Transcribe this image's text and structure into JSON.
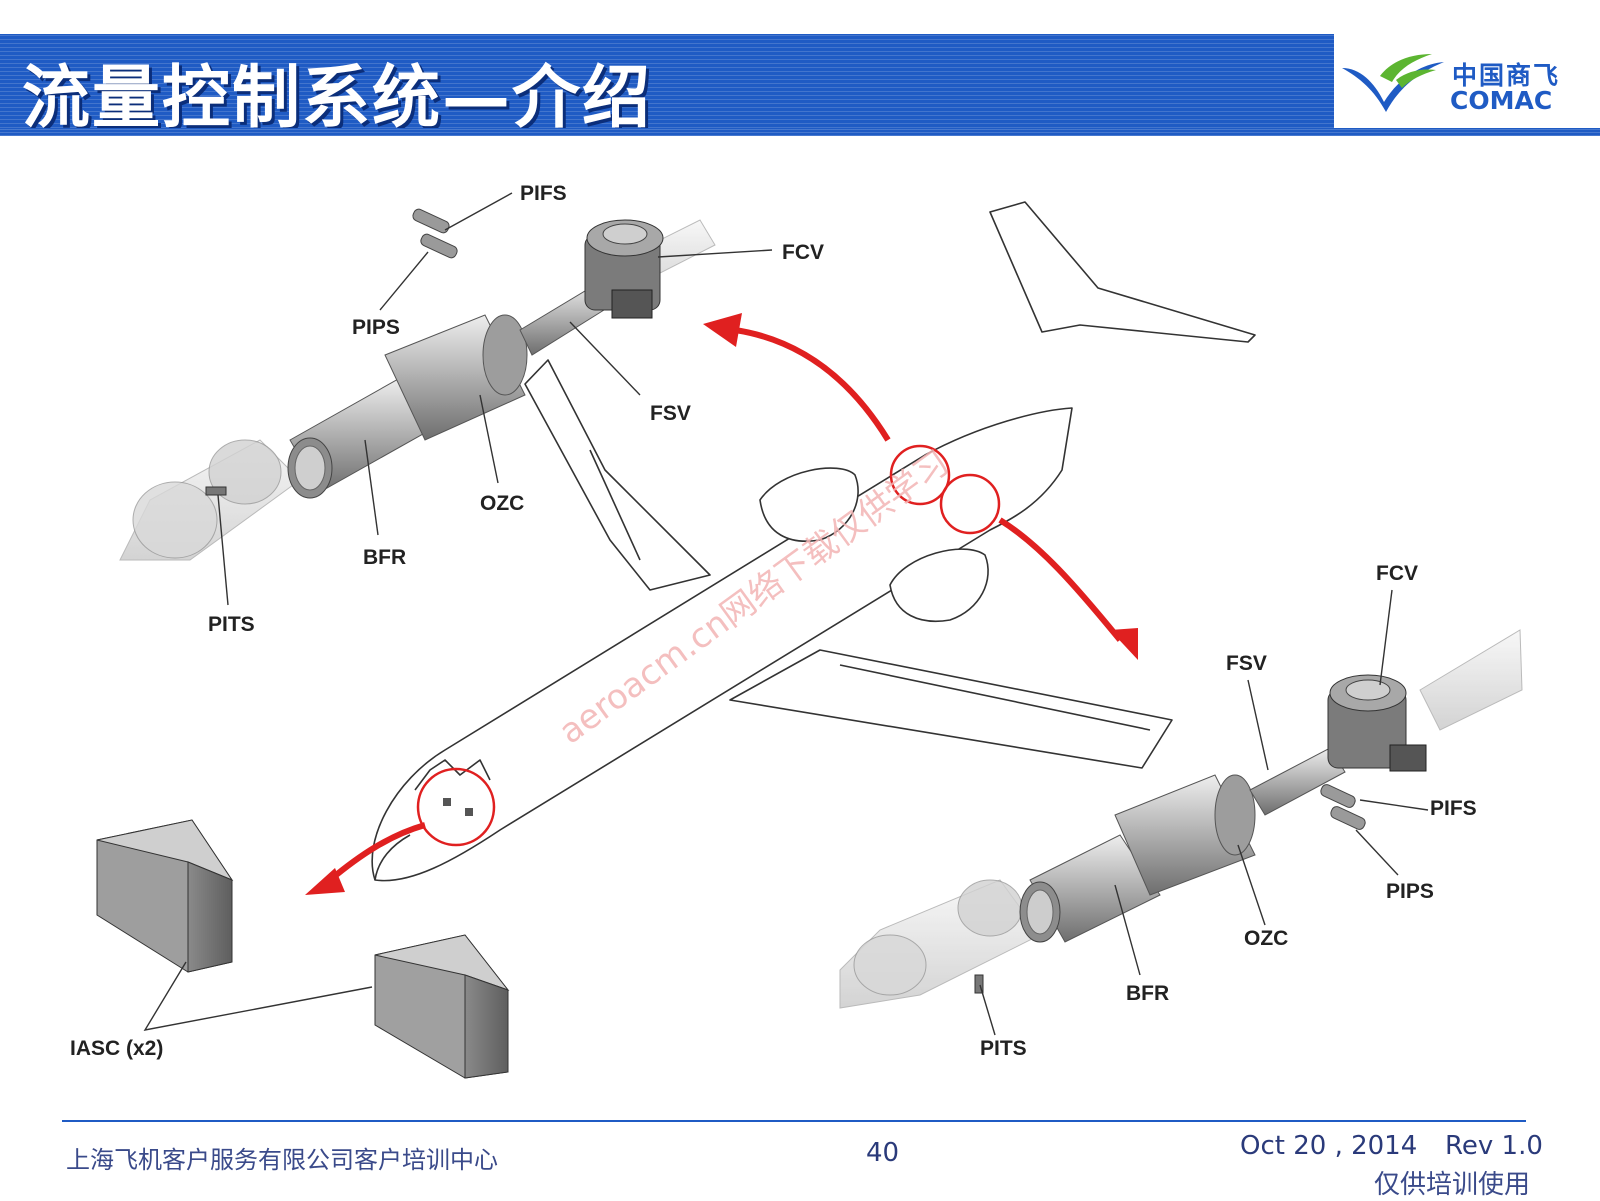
{
  "header": {
    "title": "流量控制系统—介绍",
    "logo_cn": "中国商飞",
    "logo_en": "COMAC"
  },
  "diagram": {
    "left_callouts": {
      "pifs": "PIFS",
      "fcv": "FCV",
      "pips": "PIPS",
      "fsv": "FSV",
      "ozc": "OZC",
      "bfr": "BFR",
      "pits": "PITS"
    },
    "right_callouts": {
      "fcv": "FCV",
      "fsv": "FSV",
      "pifs": "PIFS",
      "pips": "PIPS",
      "ozc": "OZC",
      "bfr": "BFR",
      "pits": "PITS"
    },
    "iasc_label": "IASC (x2)",
    "watermark": "aeroacm.cn网络下载仅供学习"
  },
  "footer": {
    "company": "上海飞机客户服务有限公司客户培训中心",
    "page": "40",
    "date": "Oct 20 , 2014",
    "rev": "Rev 1.0",
    "note": "仅供培训使用"
  },
  "colors": {
    "brand_blue": "#1f5bc4",
    "logo_green": "#5cb531",
    "arrow_red": "#e02020"
  }
}
